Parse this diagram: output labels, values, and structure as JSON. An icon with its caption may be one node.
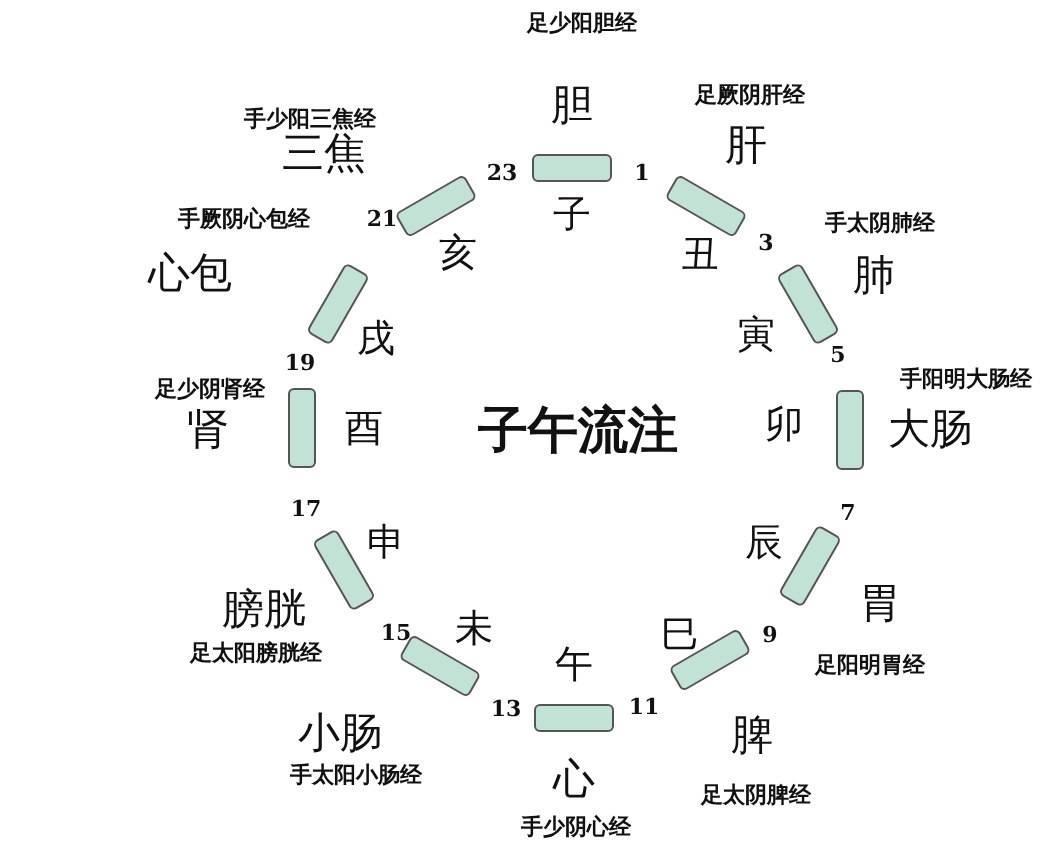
{
  "diagram": {
    "title": "子午流注",
    "nodes": [
      {
        "text": [],
        "shape": "bar"
      },
      {
        "text": [],
        "shape": "bar"
      },
      {
        "text": [],
        "shape": "bar"
      },
      {
        "text": [],
        "shape": "bar"
      },
      {
        "text": [],
        "shape": "bar"
      },
      {
        "text": [],
        "shape": "bar"
      },
      {
        "text": [],
        "shape": "bar"
      },
      {
        "text": [],
        "shape": "bar"
      },
      {
        "text": [],
        "shape": "bar"
      },
      {
        "text": [],
        "shape": "bar"
      },
      {
        "text": [],
        "shape": "bar"
      },
      {
        "text": [],
        "shape": "bar"
      }
    ],
    "labels": [
      "胆",
      "足少阳胆经",
      "子",
      "肝",
      "足厥阴肝经",
      "丑",
      "肺",
      "手太阴肺经",
      "寅",
      "大肠",
      "手阳明大肠经",
      "卯",
      "胃",
      "足阳明胃经",
      "辰",
      "脾",
      "足太阴脾经",
      "巳",
      "心",
      "手少阴心经",
      "午",
      "小肠",
      "手太阳小肠经",
      "未",
      "膀胱",
      "足太阳膀胱经",
      "申",
      "肾",
      "足少阴肾经",
      "酉",
      "心包",
      "手厥阴心包经",
      "戌",
      "三焦",
      "手少阳三焦经",
      "亥",
      "1",
      "3",
      "5",
      "7",
      "9",
      "11",
      "13",
      "15",
      "17",
      "19",
      "21",
      "23"
    ]
  }
}
